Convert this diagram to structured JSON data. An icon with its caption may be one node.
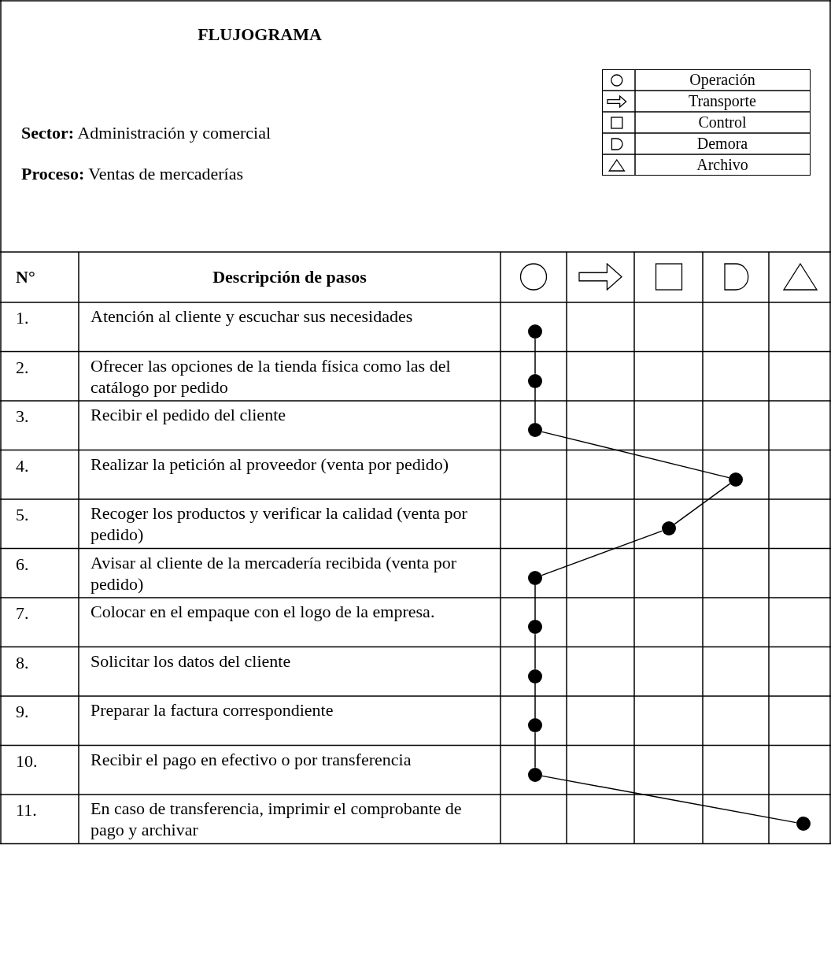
{
  "diagram": {
    "title": "FLUJOGRAMA",
    "nodes": [
      {
        "text": [],
        "shape": "circle"
      },
      {
        "text": [],
        "shape": "circle"
      },
      {
        "text": [],
        "shape": "circle"
      },
      {
        "text": [],
        "shape": "circle"
      },
      {
        "text": [],
        "shape": "circle"
      },
      {
        "text": [],
        "shape": "circle"
      },
      {
        "text": [],
        "shape": "circle"
      },
      {
        "text": [],
        "shape": "circle"
      },
      {
        "text": [],
        "shape": "circle"
      },
      {
        "text": [],
        "shape": "circle"
      },
      {
        "text": [],
        "shape": "circle"
      }
    ],
    "edges": [
      {
        "from": 0,
        "to": 1,
        "arrow": "none"
      },
      {
        "from": 1,
        "to": 2,
        "arrow": "none"
      },
      {
        "from": 2,
        "to": 3,
        "arrow": "none"
      },
      {
        "from": 3,
        "to": 4,
        "arrow": "none"
      },
      {
        "from": 4,
        "to": 5,
        "arrow": "none"
      },
      {
        "from": 5,
        "to": 6,
        "arrow": "none"
      },
      {
        "from": 6,
        "to": 7,
        "arrow": "none"
      },
      {
        "from": 7,
        "to": 8,
        "arrow": "none"
      },
      {
        "from": 8,
        "to": 9,
        "arrow": "none"
      },
      {
        "from": 9,
        "to": 10,
        "arrow": "none"
      }
    ],
    "labels": [
      "**Sector:** Administración y comercial",
      "**Proceso:** Ventas de mercaderías",
      "N°",
      "Descripción de pasos",
      "1.",
      "Atención al cliente y escuchar sus necesidades",
      "2.",
      "Ofrecer las opciones de la tienda física como las del catálogo por pedido",
      "3.",
      "Recibir el pedido del cliente",
      "4.",
      "Realizar la petición al proveedor (venta por pedido)",
      "5.",
      "Recoger los productos y verificar la calidad (venta por pedido)",
      "6.",
      "Avisar al cliente de la mercadería recibida (venta por pedido)",
      "7.",
      "Colocar en el empaque con el logo de la empresa.",
      "8.",
      "Solicitar los datos del cliente",
      "9.",
      "Preparar la factura correspondiente",
      "10.",
      "Recibir el pago en efectivo o por transferencia",
      "11.",
      "En caso de transferencia, imprimir el comprobante de pago y archivar"
    ],
    "legend": [
      {
        "text": "Operación"
      },
      {
        "text": "Transporte"
      },
      {
        "text": "Control"
      },
      {
        "text": "Demora"
      },
      {
        "text": "Archivo"
      }
    ]
  }
}
